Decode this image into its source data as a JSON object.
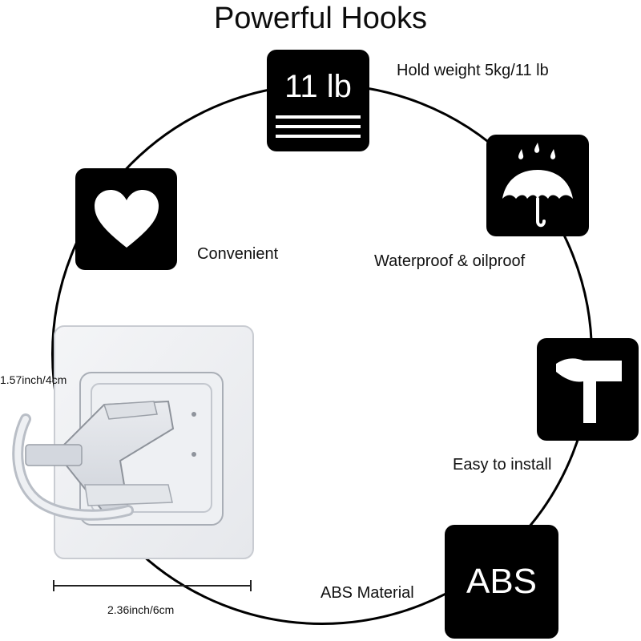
{
  "title": "Powerful Hooks",
  "features": {
    "weight": {
      "tile_text": "11 lb",
      "label": "Hold weight 5kg/11 lb",
      "icon": "weight-icon"
    },
    "waterproof": {
      "label": "Waterproof & oilproof",
      "icon": "umbrella-icon"
    },
    "convenient": {
      "label": "Convenient",
      "icon": "heart-icon"
    },
    "install": {
      "label": "Easy to install",
      "icon": "hammer-icon"
    },
    "material": {
      "tile_text": "ABS",
      "label": "ABS Material",
      "icon": "abs-icon"
    }
  },
  "dimensions": {
    "height": "1.57inch/4cm",
    "width": "2.36inch/6cm"
  },
  "colors": {
    "tile": "#000000",
    "ring": "#000000",
    "background": "#ffffff"
  }
}
